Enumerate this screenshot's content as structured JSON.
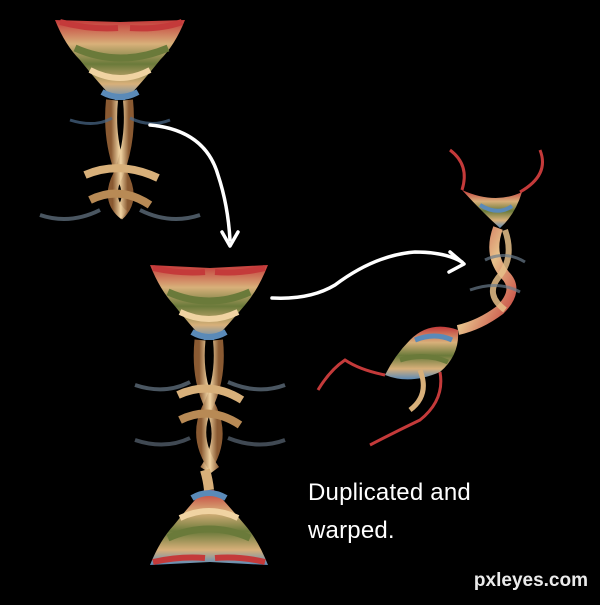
{
  "caption": {
    "line1": "Duplicated and",
    "line2": "warped."
  },
  "watermark": "pxleyes.com",
  "colors": {
    "background": "#000000",
    "arrow": "#ffffff",
    "tan": "#d8b07a",
    "red": "#c43a3a",
    "green": "#6a7a3a",
    "blue": "#5a8ab8",
    "cream": "#efd6a6"
  },
  "icons": [
    "arrow-down-icon",
    "arrow-right-icon"
  ]
}
